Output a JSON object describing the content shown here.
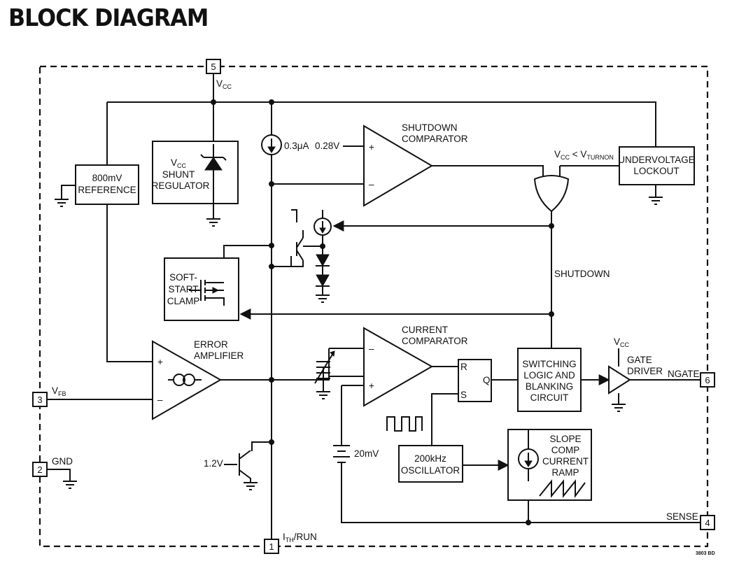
{
  "title": "BLOCK DIAGRAM",
  "figure_code": "3803 BD",
  "pins": [
    {
      "id": "pin-5",
      "num": "5"
    },
    {
      "id": "pin-3",
      "num": "3"
    },
    {
      "id": "pin-2",
      "num": "2"
    },
    {
      "id": "pin-1",
      "num": "1"
    },
    {
      "id": "pin-6",
      "num": "6"
    },
    {
      "id": "pin-4",
      "num": "4"
    }
  ],
  "labels": {
    "vcc_main": "V",
    "vcc_main_sub": "CC",
    "vfb": "V",
    "vfb_sub": "FB",
    "gnd": "GND",
    "ith_run": "I",
    "ith_sub": "TH",
    "ith_suffix": "/RUN",
    "ngate": "NGATE",
    "sense": "SENSE",
    "shutdown": "SHUTDOWN",
    "vcc_lt_a": "V",
    "vcc_lt_sub": "CC",
    "vcc_lt_b": " < V",
    "vcc_lt_sub2": "TURNON",
    "current_03": "0.3μA",
    "ref_028": "0.28V",
    "v12": "1.2V",
    "mv20": "20mV",
    "vcc_gate": "V",
    "vcc_gate_sub": "CC",
    "plus": "+",
    "minus": "–",
    "r": "R",
    "s": "S",
    "q": "Q"
  },
  "blocks": {
    "reference": [
      "800mV",
      "REFERENCE"
    ],
    "shunt": [
      "V",
      "CC",
      "SHUNT",
      "REGULATOR"
    ],
    "softstart": [
      "SOFT-",
      "START",
      "CLAMP"
    ],
    "shutdown_comp": [
      "SHUTDOWN",
      "COMPARATOR"
    ],
    "uvlo": [
      "UNDERVOLTAGE",
      "LOCKOUT"
    ],
    "error_amp": [
      "ERROR",
      "AMPLIFIER"
    ],
    "current_comp": [
      "CURRENT",
      "COMPARATOR"
    ],
    "switching": [
      "SWITCHING",
      "LOGIC AND",
      "BLANKING",
      "CIRCUIT"
    ],
    "gate_driver": [
      "GATE",
      "DRIVER"
    ],
    "oscillator": [
      "200kHz",
      "OSCILLATOR"
    ],
    "slope": [
      "SLOPE",
      "COMP",
      "CURRENT",
      "RAMP"
    ]
  }
}
